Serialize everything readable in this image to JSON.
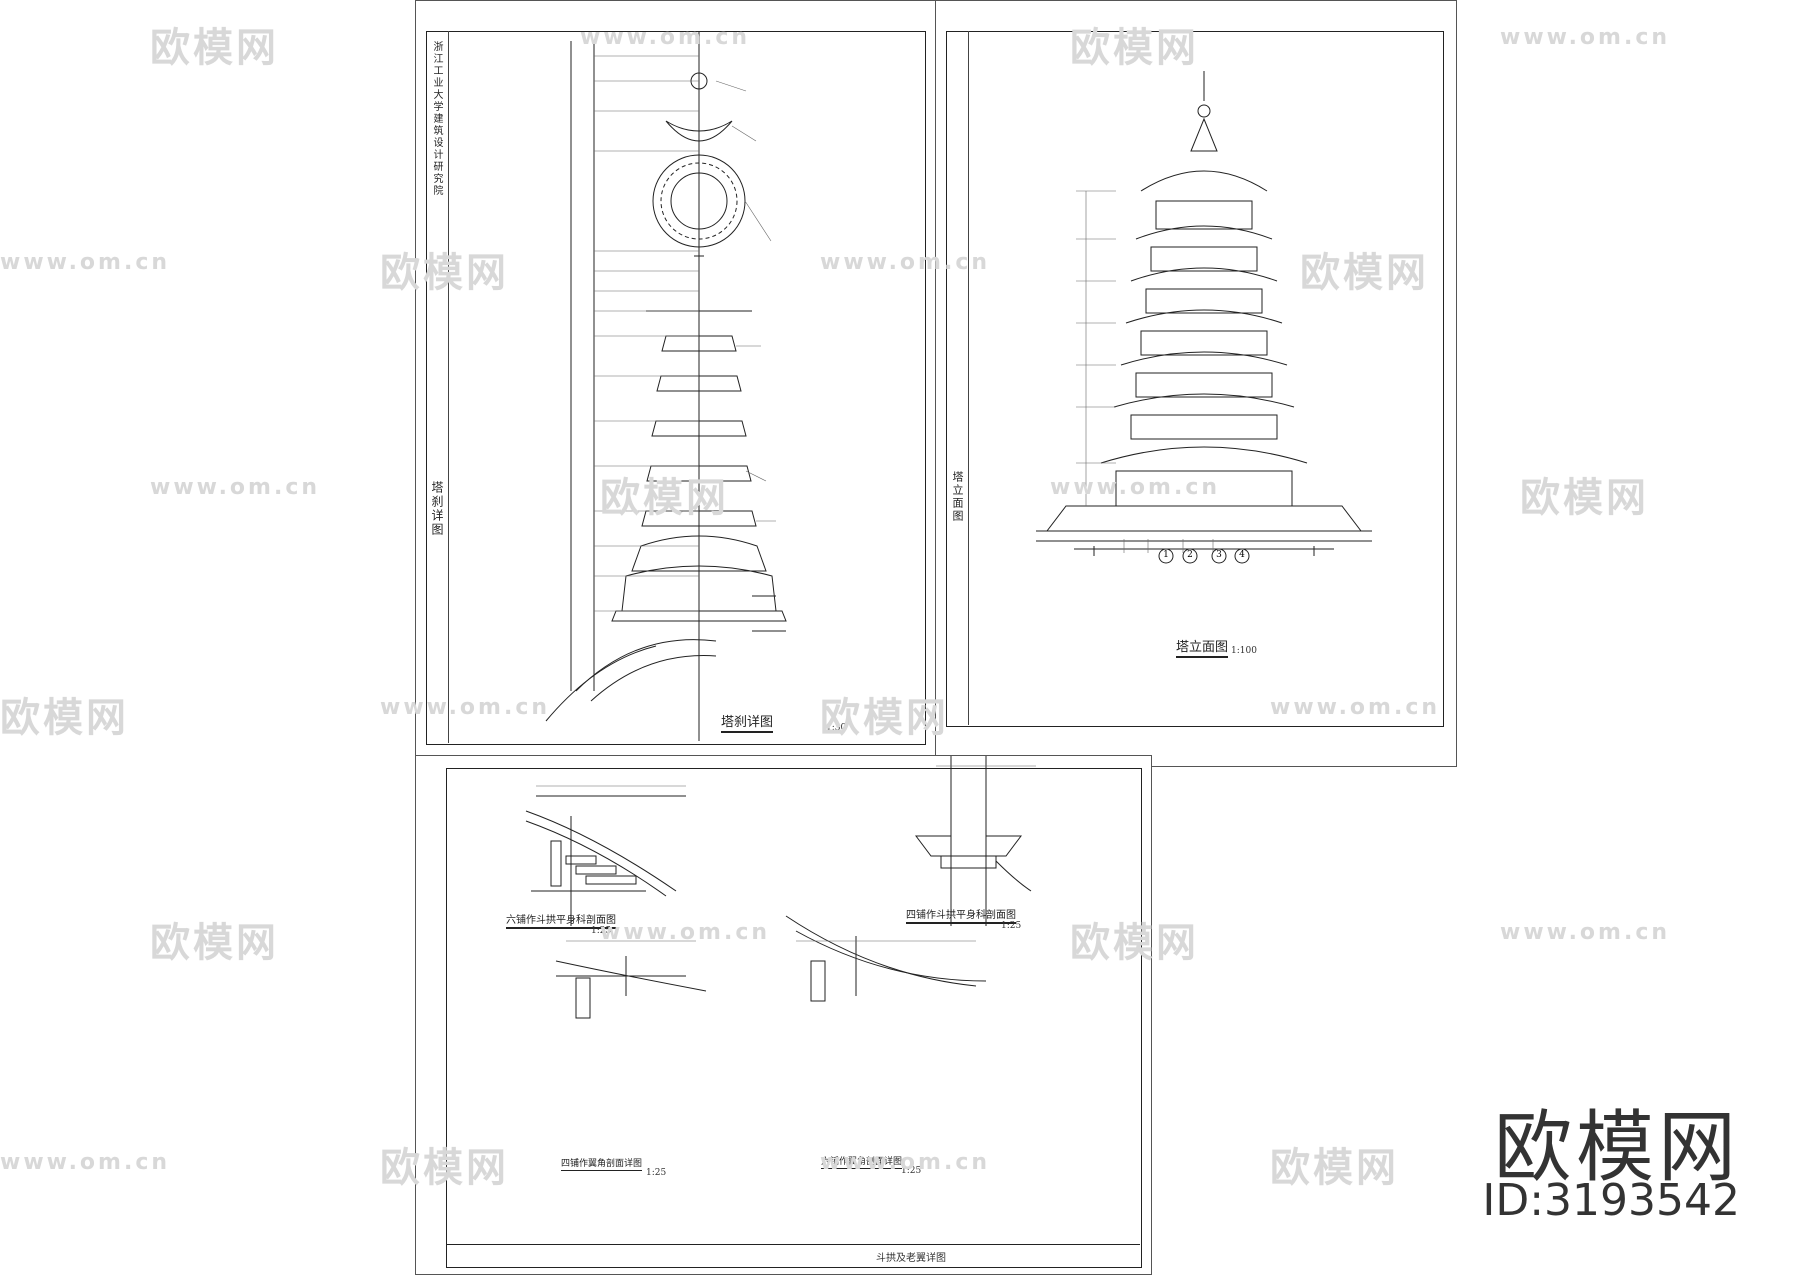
{
  "sheets": {
    "spire": {
      "title_block_org": "浙江工业大学建筑设计研究院",
      "title_block_drawing": "塔刹详图",
      "caption": "塔刹详图",
      "scale": "1:30"
    },
    "elevation": {
      "title_block_drawing": "塔立面图",
      "caption": "塔立面图",
      "scale": "1:100",
      "axis_labels": [
        "1",
        "2",
        "3",
        "4"
      ]
    },
    "details": {
      "captions": [
        "六铺作斗拱平身科剖面图",
        "四铺作斗拱平身科剖面图",
        "四铺作翼角剖面详图",
        "六铺作翼角剖面详图"
      ],
      "scales": [
        "1:25",
        "1:25",
        "1:25",
        "1:25"
      ],
      "title_block_drawing": "斗拱及老翼详图"
    }
  },
  "watermark": {
    "logo_text": "欧模网",
    "url_text": "www.om.cn"
  },
  "brand": {
    "name": "欧模网",
    "id_label": "ID:3193542"
  }
}
